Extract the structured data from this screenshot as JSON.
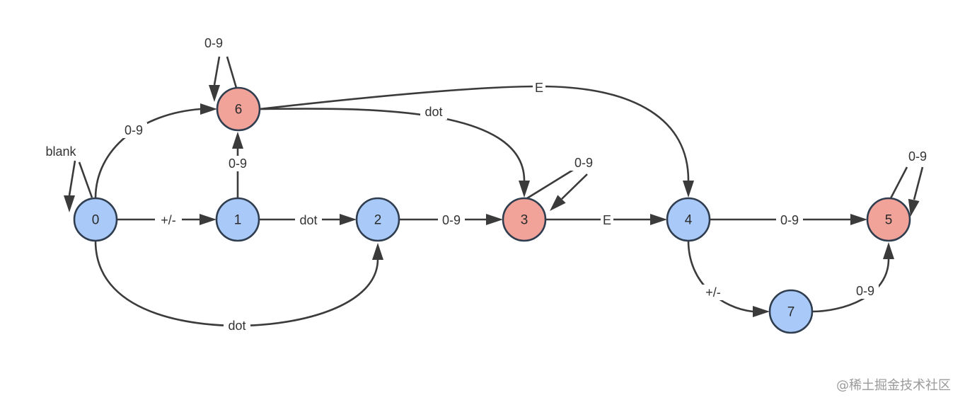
{
  "colors": {
    "normal_state": "#a9caf9",
    "accept_state": "#f1a39a",
    "edge": "#3b3b3b",
    "node_stroke": "#2f3d4e"
  },
  "nodes": [
    {
      "id": "0",
      "label": "0",
      "accepting": false
    },
    {
      "id": "1",
      "label": "1",
      "accepting": false
    },
    {
      "id": "2",
      "label": "2",
      "accepting": false
    },
    {
      "id": "3",
      "label": "3",
      "accepting": true
    },
    {
      "id": "4",
      "label": "4",
      "accepting": false
    },
    {
      "id": "5",
      "label": "5",
      "accepting": true
    },
    {
      "id": "6",
      "label": "6",
      "accepting": true
    },
    {
      "id": "7",
      "label": "7",
      "accepting": false
    }
  ],
  "edges": [
    {
      "from": "0",
      "to": "0",
      "label": "blank"
    },
    {
      "from": "0",
      "to": "1",
      "label": "+/-"
    },
    {
      "from": "0",
      "to": "6",
      "label": "0-9"
    },
    {
      "from": "0",
      "to": "2",
      "label": "dot"
    },
    {
      "from": "1",
      "to": "6",
      "label": "0-9"
    },
    {
      "from": "1",
      "to": "2",
      "label": "dot"
    },
    {
      "from": "6",
      "to": "6",
      "label": "0-9"
    },
    {
      "from": "6",
      "to": "3",
      "label": "dot"
    },
    {
      "from": "6",
      "to": "4",
      "label": "E"
    },
    {
      "from": "2",
      "to": "3",
      "label": "0-9"
    },
    {
      "from": "3",
      "to": "3",
      "label": "0-9"
    },
    {
      "from": "3",
      "to": "4",
      "label": "E"
    },
    {
      "from": "4",
      "to": "5",
      "label": "0-9"
    },
    {
      "from": "4",
      "to": "7",
      "label": "+/-"
    },
    {
      "from": "7",
      "to": "5",
      "label": "0-9"
    },
    {
      "from": "5",
      "to": "5",
      "label": "0-9"
    }
  ],
  "watermark": "@稀土掘金技术社区"
}
